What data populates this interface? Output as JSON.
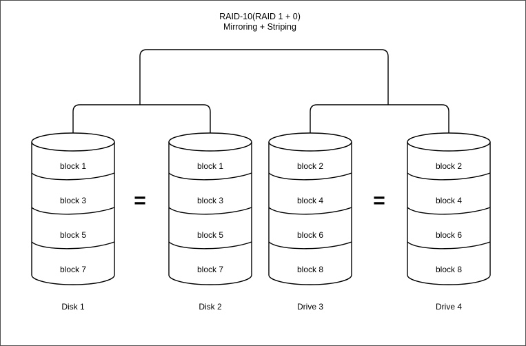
{
  "window": {
    "background": "#ffffff",
    "border_color": "#4d4d4d"
  },
  "title": {
    "line1": "RAID-10(RAID 1 + 0)",
    "line2": "Mirroring + Striping"
  },
  "diagram": {
    "stroke_color": "#000000",
    "text_color": "#000000",
    "disks": [
      {
        "label": "Disk 1",
        "blocks": [
          "block 1",
          "block 3",
          "block 5",
          "block 7"
        ]
      },
      {
        "label": "Disk 2",
        "blocks": [
          "block 1",
          "block 3",
          "block 5",
          "block 7"
        ]
      },
      {
        "label": "Drive 3",
        "blocks": [
          "block 2",
          "block 4",
          "block 6",
          "block 8"
        ]
      },
      {
        "label": "Drive 4",
        "blocks": [
          "block 2",
          "block 4",
          "block 6",
          "block 8"
        ]
      }
    ],
    "equality_symbols": [
      {
        "symbol": "=",
        "between": [
          "Disk 1",
          "Disk 2"
        ]
      },
      {
        "symbol": "=",
        "between": [
          "Drive 3",
          "Drive 4"
        ]
      }
    ]
  }
}
